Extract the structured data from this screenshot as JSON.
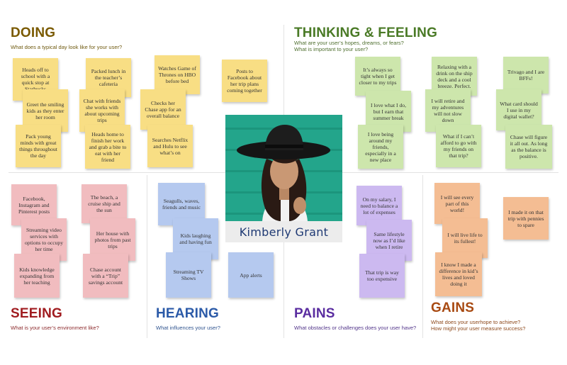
{
  "sections": {
    "doing": {
      "title": "DOING",
      "subtitle": "What does a typical day look like for your user?",
      "color": "#7a5a00"
    },
    "thinking_feeling": {
      "title": "THINKING & FEELING",
      "subtitle_1": "What are your user’s hopes, dreams, or fears?",
      "subtitle_2": "What is important to your user?",
      "color": "#4a7a26"
    },
    "seeing": {
      "title": "SEEING",
      "subtitle": "What is your user’s environment like?",
      "color": "#a01c20"
    },
    "hearing": {
      "title": "HEARING",
      "subtitle": "What influences your user?",
      "color": "#2b5aa8"
    },
    "pains": {
      "title": "PAINS",
      "subtitle": "What obstacles or challenges does your user have?",
      "color": "#5a2da0"
    },
    "gains": {
      "title": "GAINS",
      "subtitle_1": "What does your userhope to achieve?",
      "subtitle_2": "How might your user measure success?",
      "color": "#a84a12"
    }
  },
  "persona": {
    "name": "Kimberly Grant"
  },
  "notes": {
    "doing": [
      "Heads off to school with a quick stop at Starbucks",
      "Greet the smiling kids as they enter her room",
      "Pack young minds with great things throughout the day",
      "Packed lunch in the teacher’s cafeteria",
      "Chat with friends she works with about upcoming trips",
      "Heads home to finish her work and grab a bite to eat with her friend",
      "Watches Game of Thrones on HBO before bed",
      "Checks her Chase app for an overall balance",
      "Searches Netflix and Hulu to see what’s on",
      "Posts to Facebook about her trip plans coming together"
    ],
    "thinking": [
      "It’s always so tight when I get closer to my trips",
      "I love what I do, but I earn that summer break",
      "I love being around my friends, especially in a new place",
      "Relaxing with a drink on the ship deck and a cool breeze. Perfect.",
      "I will retire and my adventures will not slow down",
      "What if I can’t afford to go with my friends on that trip?",
      "Trivago and I are BFFs!",
      "What card should I use in my digital wallet?",
      "Chase will figure it all out. As long as the balance is positive."
    ],
    "seeing": [
      "Facebook, Instagram and Pinterest posts",
      "Streaming video services with options to occupy her time",
      "Kids knowledge expanding from her teaching",
      "The beach, a cruise ship and the sun",
      "Her house with photos from past trips",
      "Chase account with a “Trip” savings account"
    ],
    "hearing": [
      "Seagulls, waves, friends and music",
      "Kids laughing and having fun",
      "Streaming TV Shows",
      "App alerts"
    ],
    "pains": [
      "On my salary, I need to balance a lot of expenses",
      "Same lifestyle now as I’d like when I retire",
      "That trip is way too expensive"
    ],
    "gains": [
      "I will see every part of this world!",
      "I will live life to its fullest!",
      "I know I made a difference in kid’s lives and loved doing it",
      "I made it on that trip with pennies to spare"
    ]
  }
}
